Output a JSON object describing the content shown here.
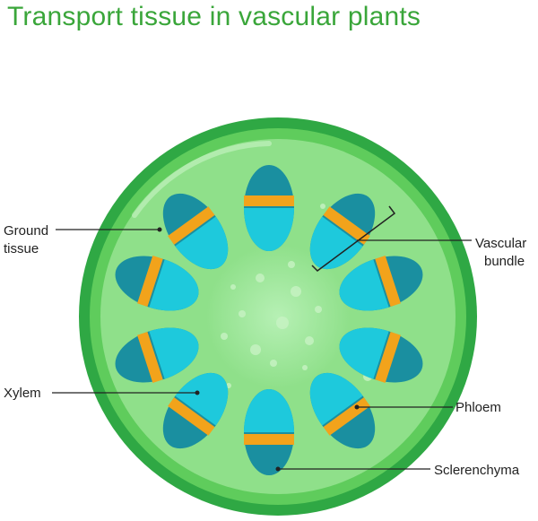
{
  "title": "Transport tissue in vascular plants",
  "labels": {
    "ground_tissue_line1": "Ground",
    "ground_tissue_line2": "tissue",
    "vascular_bundle_line1": "Vascular",
    "vascular_bundle_line2": "bundle",
    "xylem": "Xylem",
    "phloem": "Phloem",
    "sclerenchyma": "Sclerenchyma"
  },
  "colors": {
    "title": "#3aa63a",
    "outer_ring": "#36b34a",
    "ground_tissue": "#8fe08a",
    "pith": "#9fe6a0",
    "xylem": "#1ec9dc",
    "sclerenchyma": "#1a8fa0",
    "phloem_band": "#f2a31b",
    "leader_line": "#222222"
  }
}
